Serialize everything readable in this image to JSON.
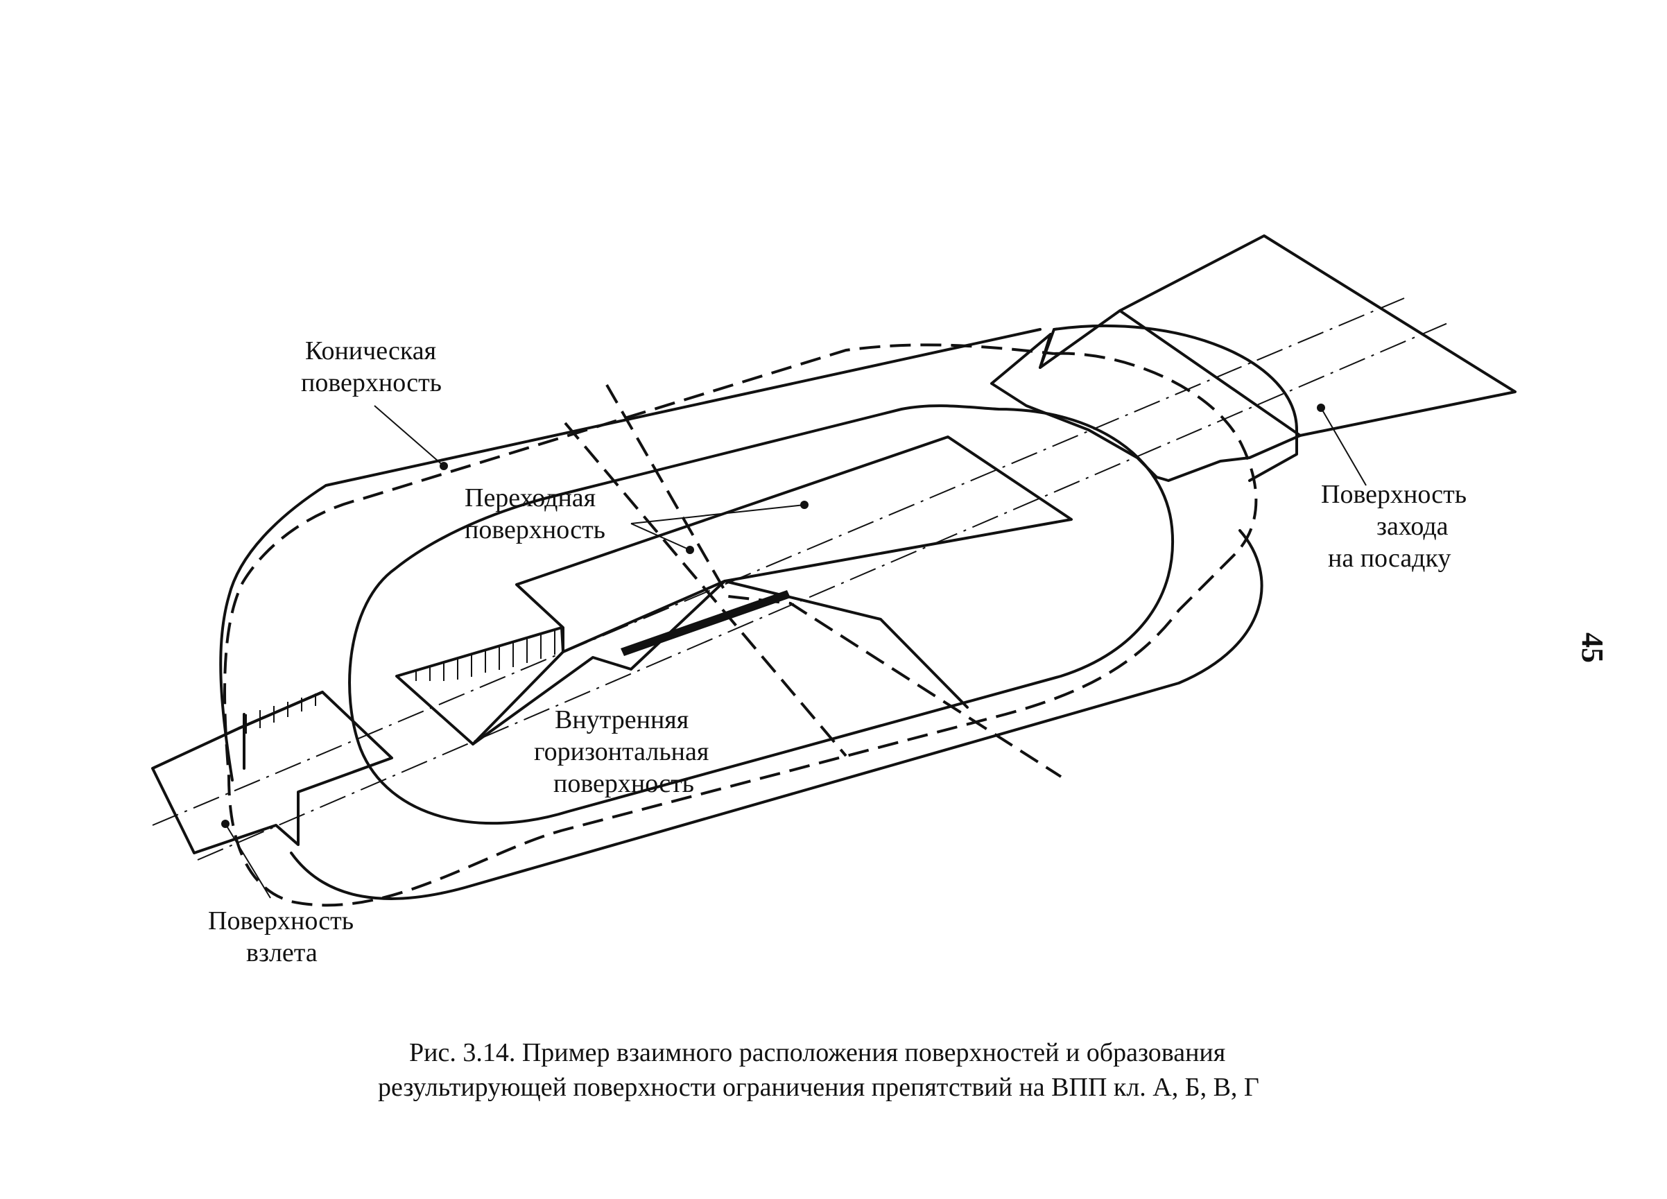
{
  "labels": {
    "conical": [
      "Коническая",
      "поверхность"
    ],
    "transitional": [
      "Переходная",
      "поверхность"
    ],
    "inner_horizontal": [
      "Внутренняя",
      "горизонтальная",
      "поверхность"
    ],
    "approach": [
      "Поверхность",
      "захода",
      "на  посадку"
    ],
    "takeoff": [
      "Поверхность",
      "взлета"
    ]
  },
  "caption": {
    "line1": "Рис. 3.14.   Пример  взаимного расположения поверхностей и образования",
    "line2": "результирующей поверхности  ограничения препятствий на ВПП кл. А,  Б, В, Г"
  },
  "page_number": "45"
}
